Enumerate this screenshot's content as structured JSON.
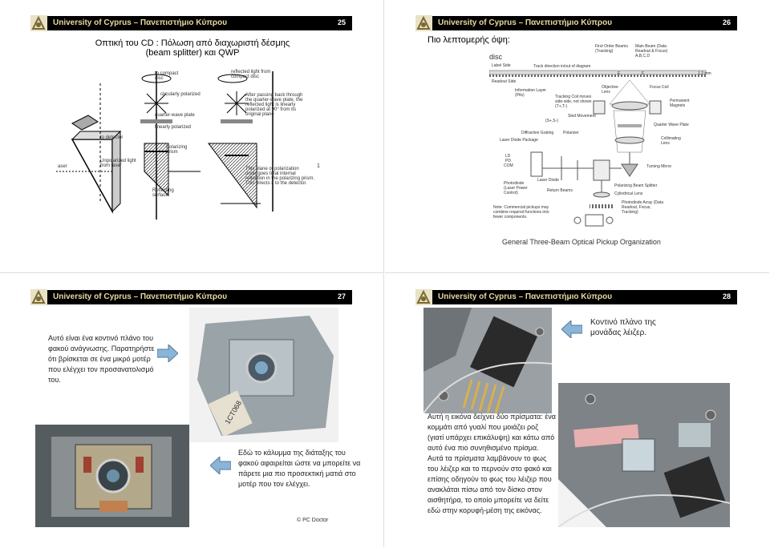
{
  "header": {
    "university": "University of Cyprus – Πανεπιστήμιο Κύπρου"
  },
  "slide25": {
    "number": "25",
    "title_line1": "Οπτική του CD : Πόλωση από διαχωριστή δέσμης",
    "title_line2": "(beam splitter) και QWP",
    "labels": {
      "to_compact_disc": "to compact disc",
      "circularly_polarized": "circularly polarized",
      "quarter_wave_plate": "quarter-wave plate",
      "linearly_polarized": "linearly polarized",
      "to_detector": "to detector",
      "unpolarized": "Unpolarized light from laser",
      "polarizing_prism": "Polarizing prism",
      "reflecting_surface": "Reflecting surface",
      "laser": "aser",
      "reflected": "reflected light from compact disc",
      "after_passing": "After passing back through the quarter-wave plate, the reflected light is linearly polarized at 90° from its original plane",
      "plane_of_polarization": "This plane of polarization undergoes total internal reflection in the polarizing prism. This directs it to the detector.",
      "mark": "1"
    }
  },
  "slide26": {
    "number": "26",
    "title": "Πιο λεπτομερής όψη:",
    "caption": "General Three-Beam Optical Pickup Organization",
    "labels": {
      "disc": "disc",
      "label_side": "Label Side",
      "readout_side": "Readout Side",
      "track_direction": "Track direction in/out of diagram",
      "first_order": "First Order Beams (Tracking)",
      "main_beam": "Main Beam (Data Readout & Focus) A,B,C,D",
      "e": "E",
      "f": "F",
      "thickness": "1.2 mm",
      "info_layer": "Information Layer (Pits)",
      "tracking_coil": "Tracking Coil moves side-side, not shown (T+,T-)",
      "objective": "Objective Lens",
      "focus_coil": "Focus Coil",
      "permanent_magnets": "Permanent Magnets",
      "sled": "Sled Movement",
      "s_plus_minus": "(S+,S-)",
      "qwp": "Quarter Wave Plate",
      "diffraction": "Diffraction Grating",
      "polarizer": "Polarizer",
      "ld_package": "Laser Diode Package",
      "collimating": "Collimating Lens",
      "ld": "LD",
      "pd": "PD",
      "com": "COM",
      "laser_diode": "Laser Diode",
      "turning_mirror": "Turning Mirror",
      "photodiode": "Photodiode (Laser Power Control)",
      "return_beams": "Return Beams",
      "pbs": "Polarizing Beam Splitter",
      "cyl_lens": "Cylindrical Lens",
      "pd_array": "Photodiode Array (Data Readout, Focus, Tracking)",
      "note": "Note: Commercial pickups may combine required functions into fewer components."
    }
  },
  "slide27": {
    "number": "27",
    "text1": "Αυτό είναι ένα κοντινό πλάνο του φακού ανάγνωσης. Παρατηρήστε ότι βρίσκεται σε ένα μικρό μοτέρ που ελέγχει τον προσανατολισμό του.",
    "text2": "Εδώ το κάλυμμα της διάταξης του φακού αφαιρείται ώστε να μπορείτε να πάρετε μια πιο προσεκτική ματιά στο μοτέρ που τον ελέγχει.",
    "credit": "© PC Doctor",
    "sticker": "1CT068"
  },
  "slide28": {
    "number": "28",
    "text1": "Κοντινό πλάνο της μονάδας λέιζερ.",
    "text2": "Αυτή η εικόνα δείχνει δύο πρίσματα: ένα κομμάτι από γυαλί που μοιάζει ροζ (γιατί υπάρχει επικάλυψη) και κάτω από αυτό ένα πιο συνηθισμένο πρίσμα. Αυτά τα πρίσματα λαμβάνουν το φως του λέιζερ και το περνούν στο φακό και επίσης οδηγούν το φως του λέιζερ που ανακλάται πίσω από τον δίσκο στον αισθητήρα, το οποίο μπορείτε να δείτε εδώ στην κορυφή-μέση της εικόνας."
  },
  "colors": {
    "header_bg": "#000000",
    "header_text": "#e8d9a0",
    "arrow_fill": "#8ab4d8"
  }
}
